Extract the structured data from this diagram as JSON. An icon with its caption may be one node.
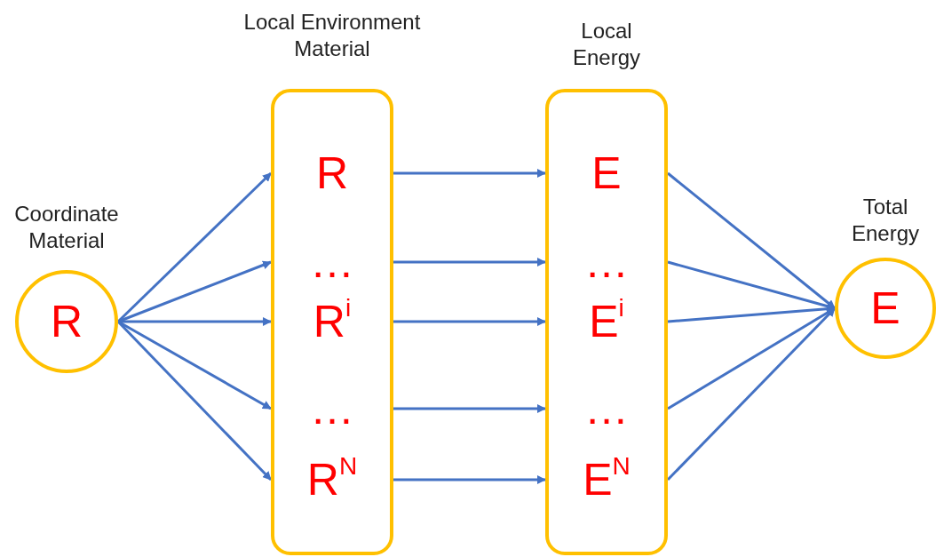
{
  "diagram": {
    "nodes": [
      {
        "text": [
          "Coordinate Material",
          "R"
        ]
      },
      {
        "text": [
          "Local Environment Material"
        ]
      },
      {
        "text": [
          "R"
        ],
        "in": 1
      },
      {
        "text": [
          "…"
        ],
        "in": 1
      },
      {
        "text": [
          "R$^{i}$"
        ],
        "in": 1
      },
      {
        "text": [
          "…"
        ],
        "in": 1
      },
      {
        "text": [
          "R$^{N}$"
        ],
        "in": 1
      },
      {
        "text": [
          "Local Energy"
        ]
      },
      {
        "text": [
          "E"
        ],
        "in": 7
      },
      {
        "text": [
          "…"
        ],
        "in": 7
      },
      {
        "text": [
          "E$^{i}$"
        ],
        "in": 7
      },
      {
        "text": [
          "…"
        ],
        "in": 7
      },
      {
        "text": [
          "E$^{N}$"
        ],
        "in": 7
      },
      {
        "text": [
          "Total Energy",
          "E"
        ]
      }
    ],
    "edges": [
      {
        "from": 0,
        "to": 2,
        "arrow": "to"
      },
      {
        "from": 0,
        "to": 3,
        "arrow": "to"
      },
      {
        "from": 0,
        "to": 4,
        "arrow": "to"
      },
      {
        "from": 0,
        "to": 5,
        "arrow": "to"
      },
      {
        "from": 0,
        "to": 6,
        "arrow": "to"
      },
      {
        "from": 2,
        "to": 8,
        "arrow": "to"
      },
      {
        "from": 3,
        "to": 9,
        "arrow": "to"
      },
      {
        "from": 4,
        "to": 10,
        "arrow": "to"
      },
      {
        "from": 5,
        "to": 11,
        "arrow": "to"
      },
      {
        "from": 6,
        "to": 12,
        "arrow": "to"
      },
      {
        "from": 8,
        "to": 13,
        "arrow": "to"
      },
      {
        "from": 9,
        "to": 13,
        "arrow": "to"
      },
      {
        "from": 10,
        "to": 13,
        "arrow": "to"
      },
      {
        "from": 11,
        "to": 13,
        "arrow": "to"
      },
      {
        "from": 12,
        "to": 13,
        "arrow": "to"
      }
    ]
  }
}
